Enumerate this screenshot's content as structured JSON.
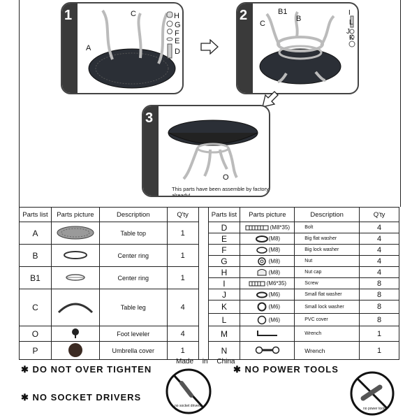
{
  "steps": [
    {
      "number": "1",
      "labels": [
        "A",
        "C",
        "H",
        "G",
        "F",
        "E",
        "D"
      ]
    },
    {
      "number": "2",
      "labels": [
        "B1",
        "B",
        "C",
        "L",
        "J",
        "K",
        "I"
      ]
    },
    {
      "number": "3",
      "labels": [
        "O"
      ],
      "note": "This parts have been assemble by factory already!"
    }
  ],
  "table": {
    "headers": {
      "parts_list": "Parts list",
      "parts_picture": "Parts picture",
      "description": "Description",
      "qty": "Q'ty"
    },
    "left_rows": [
      {
        "code": "A",
        "description": "Table top",
        "qty": "1",
        "icon": "table-top-icon"
      },
      {
        "code": "B",
        "description": "Center ring",
        "qty": "1",
        "icon": "center-ring-icon"
      },
      {
        "code": "B1",
        "description": "Center ring",
        "qty": "1",
        "icon": "center-ring-b1-icon"
      },
      {
        "code": "C",
        "description": "Table leg",
        "qty": "4",
        "icon": "table-leg-icon"
      },
      {
        "code": "O",
        "description": "Foot leveler",
        "qty": "4",
        "icon": "foot-leveler-icon"
      },
      {
        "code": "P",
        "description": "Umbrella cover",
        "qty": "1",
        "icon": "umbrella-cover-icon"
      }
    ],
    "right_rows": [
      {
        "code": "D",
        "spec": "(M8*35)",
        "description": "Bolt",
        "qty": "4",
        "icon": "bolt-icon"
      },
      {
        "code": "E",
        "spec": "(M8)",
        "description": "Big flat washer",
        "qty": "4",
        "icon": "flat-washer-icon"
      },
      {
        "code": "F",
        "spec": "(M8)",
        "description": "Big lock washer",
        "qty": "4",
        "icon": "lock-washer-icon"
      },
      {
        "code": "G",
        "spec": "(M8)",
        "description": "Nut",
        "qty": "4",
        "icon": "nut-icon"
      },
      {
        "code": "H",
        "spec": "(M8)",
        "description": "Nut cap",
        "qty": "4",
        "icon": "nut-cap-icon"
      },
      {
        "code": "I",
        "spec": "(M6*35)",
        "description": "Screw",
        "qty": "8",
        "icon": "screw-icon"
      },
      {
        "code": "J",
        "spec": "(M6)",
        "description": "Small flat washer",
        "qty": "8",
        "icon": "small-washer-icon"
      },
      {
        "code": "K",
        "spec": "(M6)",
        "description": "Small lock washer",
        "qty": "8",
        "icon": "small-lock-washer-icon"
      },
      {
        "code": "L",
        "spec": "(M6)",
        "description": "PVC cover",
        "qty": "8",
        "icon": "pvc-cover-icon"
      },
      {
        "code": "M",
        "spec": "",
        "description": "Wrench",
        "qty": "1",
        "icon": "allen-wrench-icon"
      },
      {
        "code": "N",
        "spec": "",
        "description": "Wrench",
        "qty": "1",
        "icon": "spanner-icon"
      }
    ]
  },
  "made_in": "Made in China",
  "warnings": {
    "star": "✱",
    "over_tighten": "DO NOT OVER TIGHTEN",
    "no_power_tools": "NO POWER TOOLS",
    "no_socket": "NO SOCKET DRIVERS",
    "sign_socket": "no socket drivers",
    "sign_power": "no power tools"
  }
}
